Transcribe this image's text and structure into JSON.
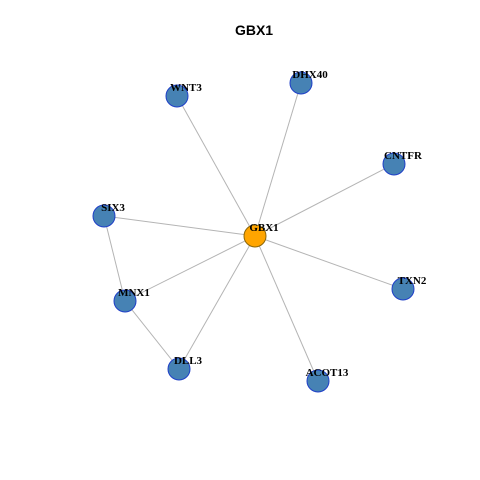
{
  "title": "GBX1",
  "colors": {
    "center_fill": "#FFA500",
    "center_stroke": "#8B6508",
    "node_fill": "#4682B4",
    "node_stroke": "#1F3FC8",
    "edge": "#B4B4B4"
  },
  "nodes": [
    {
      "id": "GBX1",
      "label": "GBX1",
      "center": true
    },
    {
      "id": "WNT3",
      "label": "WNT3",
      "center": false
    },
    {
      "id": "DHX40",
      "label": "DHX40",
      "center": false
    },
    {
      "id": "CNTFR",
      "label": "CNTFR",
      "center": false
    },
    {
      "id": "SIX3",
      "label": "SIX3",
      "center": false
    },
    {
      "id": "TXN2",
      "label": "TXN2",
      "center": false
    },
    {
      "id": "MNX1",
      "label": "MNX1",
      "center": false
    },
    {
      "id": "DLL3",
      "label": "DLL3",
      "center": false
    },
    {
      "id": "ACOT13",
      "label": "ACOT13",
      "center": false
    }
  ],
  "edges": [
    {
      "source": "GBX1",
      "target": "WNT3"
    },
    {
      "source": "GBX1",
      "target": "DHX40"
    },
    {
      "source": "GBX1",
      "target": "CNTFR"
    },
    {
      "source": "GBX1",
      "target": "SIX3"
    },
    {
      "source": "GBX1",
      "target": "TXN2"
    },
    {
      "source": "GBX1",
      "target": "MNX1"
    },
    {
      "source": "GBX1",
      "target": "DLL3"
    },
    {
      "source": "GBX1",
      "target": "ACOT13"
    },
    {
      "source": "SIX3",
      "target": "MNX1"
    },
    {
      "source": "MNX1",
      "target": "DLL3"
    }
  ]
}
